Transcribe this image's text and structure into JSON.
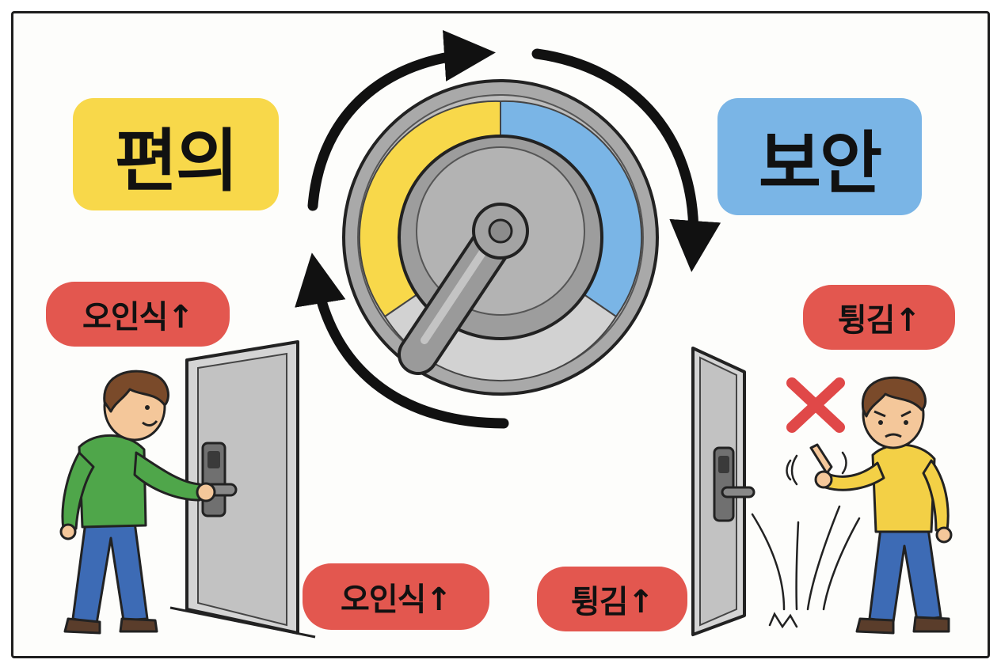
{
  "labels": {
    "convenience": "편의",
    "security": "보안",
    "left_top_tag": "오인식↑",
    "left_bottom_tag": "오인식↑",
    "right_top_tag": "튕김↑",
    "right_bottom_tag": "튕김↑"
  },
  "colors": {
    "convenience": "#f8d84a",
    "security": "#7ab5e6",
    "warning_tag": "#e3574f",
    "dial_metal": "#a9a9a9",
    "reject_mark": "#e04848"
  },
  "icons": {
    "cycle": "circular-arrows-icon",
    "dial": "balance-dial-icon",
    "reject": "red-x-icon"
  },
  "dial": {
    "segments": [
      "convenience",
      "security",
      "neutral"
    ]
  }
}
